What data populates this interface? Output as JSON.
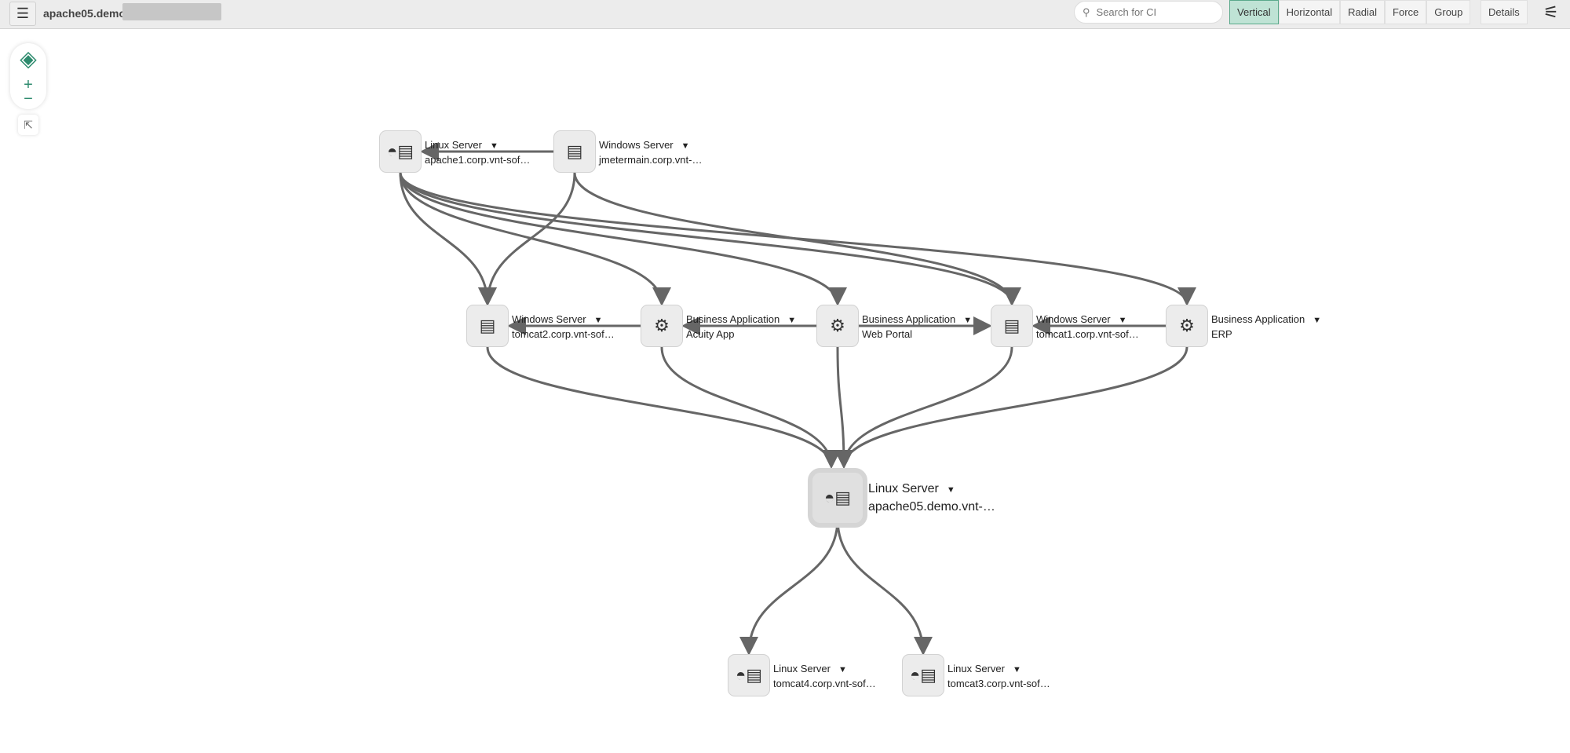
{
  "header": {
    "title": "apache05.demo",
    "search_placeholder": "Search for CI",
    "layouts": [
      "Vertical",
      "Horizontal",
      "Radial",
      "Force",
      "Group"
    ],
    "active_layout": "Vertical",
    "details_label": "Details"
  },
  "colors": {
    "accent": "#2e8b6e",
    "active_tab": "#bfe3d5",
    "edge": "#666666"
  },
  "graph": {
    "nodes": [
      {
        "id": "apache1",
        "type": "Linux Server",
        "name": "apache1.corp.vnt-sof…",
        "icon": "linux-server-icon"
      },
      {
        "id": "jmeter",
        "type": "Windows Server",
        "name": "jmetermain.corp.vnt-…",
        "icon": "windows-server-icon"
      },
      {
        "id": "tomcat2",
        "type": "Windows Server",
        "name": "tomcat2.corp.vnt-sof…",
        "icon": "windows-server-icon"
      },
      {
        "id": "acuity",
        "type": "Business Application",
        "name": "Acuity App",
        "icon": "gear-icon"
      },
      {
        "id": "webportal",
        "type": "Business Application",
        "name": "Web Portal",
        "icon": "gear-icon"
      },
      {
        "id": "tomcat1",
        "type": "Windows Server",
        "name": "tomcat1.corp.vnt-sof…",
        "icon": "windows-server-icon"
      },
      {
        "id": "erp",
        "type": "Business Application",
        "name": "ERP",
        "icon": "gear-icon"
      },
      {
        "id": "apache05",
        "type": "Linux Server",
        "name": "apache05.demo.vnt-…",
        "icon": "linux-server-icon"
      },
      {
        "id": "tomcat4",
        "type": "Linux Server",
        "name": "tomcat4.corp.vnt-sof…",
        "icon": "linux-server-icon"
      },
      {
        "id": "tomcat3",
        "type": "Linux Server",
        "name": "tomcat3.corp.vnt-sof…",
        "icon": "linux-server-icon"
      }
    ],
    "edges": [
      [
        "jmeter",
        "apache1"
      ],
      [
        "jmeter",
        "tomcat2"
      ],
      [
        "jmeter",
        "tomcat1"
      ],
      [
        "apache1",
        "tomcat2"
      ],
      [
        "apache1",
        "acuity"
      ],
      [
        "apache1",
        "webportal"
      ],
      [
        "apache1",
        "tomcat1"
      ],
      [
        "apache1",
        "erp"
      ],
      [
        "acuity",
        "tomcat2"
      ],
      [
        "webportal",
        "acuity"
      ],
      [
        "webportal",
        "tomcat1"
      ],
      [
        "erp",
        "tomcat1"
      ],
      [
        "tomcat2",
        "apache05"
      ],
      [
        "acuity",
        "apache05"
      ],
      [
        "webportal",
        "apache05"
      ],
      [
        "tomcat1",
        "apache05"
      ],
      [
        "erp",
        "apache05"
      ],
      [
        "apache05",
        "tomcat4"
      ],
      [
        "apache05",
        "tomcat3"
      ]
    ]
  }
}
